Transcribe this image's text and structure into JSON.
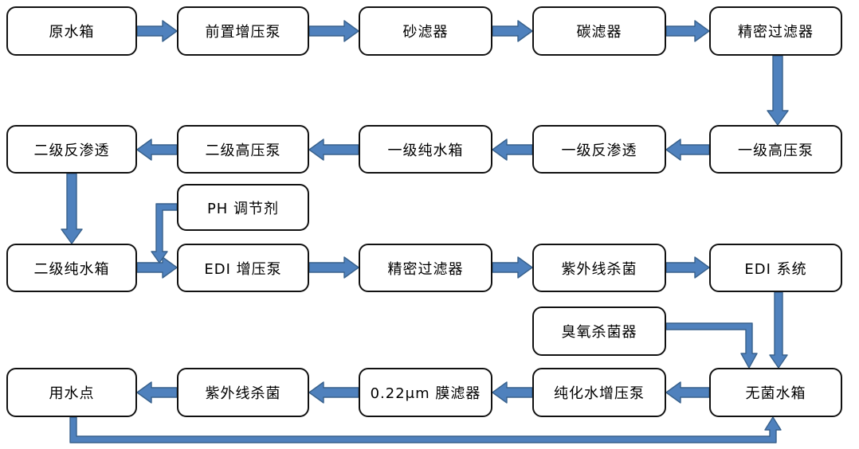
{
  "diagram": {
    "type": "flowchart",
    "language": "zh-CN",
    "colors": {
      "arrow_fill": "#4f81bd",
      "arrow_border": "#38618c",
      "box_border": "#111111",
      "box_fill": "#ffffff",
      "text": "#000000",
      "background": "#ffffff"
    },
    "nodes": [
      {
        "id": "raw-water-tank",
        "label": "原水箱"
      },
      {
        "id": "pre-booster-pump",
        "label": "前置增压泵"
      },
      {
        "id": "sand-filter",
        "label": "砂滤器"
      },
      {
        "id": "carbon-filter",
        "label": "碳滤器"
      },
      {
        "id": "precision-filter-1",
        "label": "精密过滤器"
      },
      {
        "id": "stage1-hp-pump",
        "label": "一级高压泵"
      },
      {
        "id": "stage1-ro",
        "label": "一级反渗透"
      },
      {
        "id": "stage1-pure-water-tank",
        "label": "一级纯水箱"
      },
      {
        "id": "stage2-hp-pump",
        "label": "二级高压泵"
      },
      {
        "id": "stage2-ro",
        "label": "二级反渗透"
      },
      {
        "id": "ph-regulator",
        "label": "PH 调节剂"
      },
      {
        "id": "stage2-pure-water-tank",
        "label": "二级纯水箱"
      },
      {
        "id": "edi-booster-pump",
        "label": "EDI 增压泵"
      },
      {
        "id": "precision-filter-2",
        "label": "精密过滤器"
      },
      {
        "id": "uv-sterilizer-1",
        "label": "紫外线杀菌"
      },
      {
        "id": "edi-system",
        "label": "EDI 系统"
      },
      {
        "id": "ozone-sterilizer",
        "label": "臭氧杀菌器"
      },
      {
        "id": "sterile-water-tank",
        "label": "无菌水箱"
      },
      {
        "id": "purified-water-booster-pump",
        "label": "纯化水增压泵"
      },
      {
        "id": "membrane-filter-022um",
        "label": "0.22μm 膜滤器"
      },
      {
        "id": "uv-sterilizer-2",
        "label": "紫外线杀菌"
      },
      {
        "id": "water-use-point",
        "label": "用水点"
      }
    ],
    "edges": [
      {
        "from": "raw-water-tank",
        "to": "pre-booster-pump"
      },
      {
        "from": "pre-booster-pump",
        "to": "sand-filter"
      },
      {
        "from": "sand-filter",
        "to": "carbon-filter"
      },
      {
        "from": "carbon-filter",
        "to": "precision-filter-1"
      },
      {
        "from": "precision-filter-1",
        "to": "stage1-hp-pump"
      },
      {
        "from": "stage1-hp-pump",
        "to": "stage1-ro"
      },
      {
        "from": "stage1-ro",
        "to": "stage1-pure-water-tank"
      },
      {
        "from": "stage1-pure-water-tank",
        "to": "stage2-hp-pump"
      },
      {
        "from": "stage2-hp-pump",
        "to": "stage2-ro"
      },
      {
        "from": "stage2-ro",
        "to": "stage2-pure-water-tank"
      },
      {
        "from": "stage2-pure-water-tank",
        "to": "edi-booster-pump"
      },
      {
        "from": "ph-regulator",
        "to": "edi-booster-pump"
      },
      {
        "from": "edi-booster-pump",
        "to": "precision-filter-2"
      },
      {
        "from": "precision-filter-2",
        "to": "uv-sterilizer-1"
      },
      {
        "from": "uv-sterilizer-1",
        "to": "edi-system"
      },
      {
        "from": "edi-system",
        "to": "sterile-water-tank"
      },
      {
        "from": "ozone-sterilizer",
        "to": "sterile-water-tank"
      },
      {
        "from": "sterile-water-tank",
        "to": "purified-water-booster-pump"
      },
      {
        "from": "purified-water-booster-pump",
        "to": "membrane-filter-022um"
      },
      {
        "from": "membrane-filter-022um",
        "to": "uv-sterilizer-2"
      },
      {
        "from": "uv-sterilizer-2",
        "to": "water-use-point"
      },
      {
        "from": "water-use-point",
        "to": "sterile-water-tank"
      }
    ]
  }
}
